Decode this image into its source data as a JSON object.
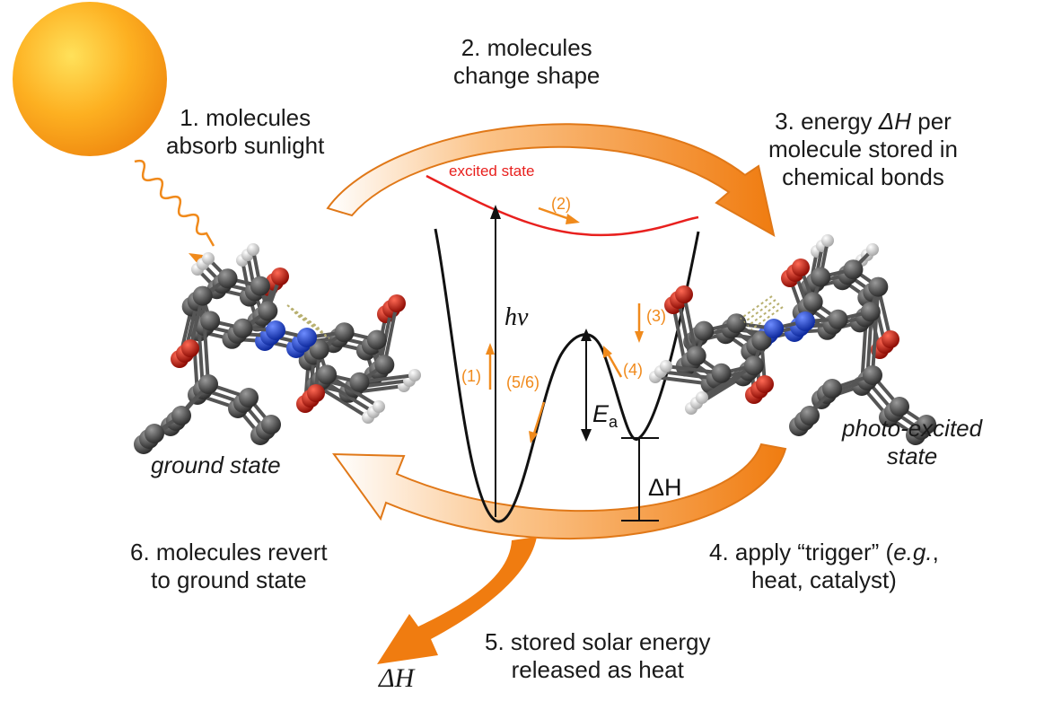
{
  "steps": {
    "s1": {
      "l1": "1. molecules",
      "l2": "absorb sunlight"
    },
    "s2": {
      "l1": "2. molecules",
      "l2": "change shape"
    },
    "s3": {
      "l1a": "3. energy ",
      "dh": "ΔH",
      "l1b": " per",
      "l2": "molecule stored in",
      "l3": "chemical bonds"
    },
    "s4": {
      "l1a": "4. apply “trigger” (",
      "eg": "e.g.",
      "l1b": ",",
      "l2": "heat, catalyst)"
    },
    "s5": {
      "l1": "5. stored solar energy",
      "l2": "released as heat"
    },
    "s6": {
      "l1": "6. molecules revert",
      "l2": "to ground state"
    }
  },
  "states": {
    "ground": "ground state",
    "photo_l1": "photo-excited",
    "photo_l2": "state"
  },
  "diagram": {
    "excited_state": "excited state",
    "hv": "hν",
    "ea_main": "E",
    "ea_sub": "a",
    "delta_h": "ΔH",
    "m1": "(1)",
    "m2": "(2)",
    "m3": "(3)",
    "m4": "(4)",
    "m56": "(5/6)"
  },
  "released_heat": "ΔH",
  "colors": {
    "orange": "#f08a1c",
    "red": "#e8201e",
    "carbon": "#4a4a4a",
    "nitrogen": "#1a3fd0",
    "oxygen": "#cc1a10"
  }
}
